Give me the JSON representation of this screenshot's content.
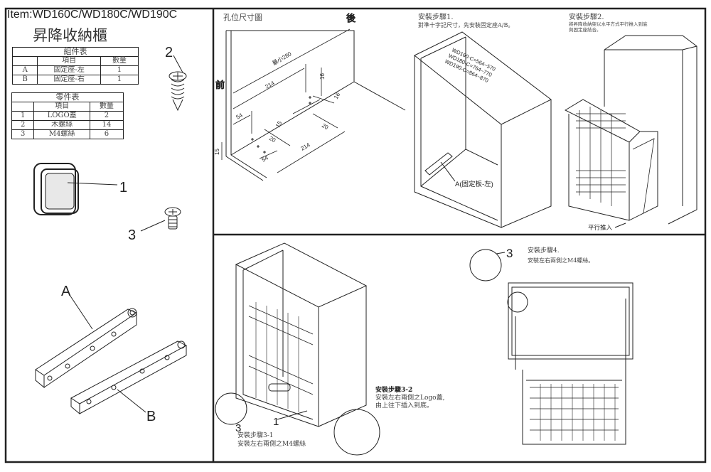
{
  "header": {
    "item": "Item:WD160C/WD180C/WD190C",
    "product_name": "昇降收納櫃"
  },
  "assembly_table": {
    "title": "組件表",
    "columns": [
      "",
      "項目",
      "數量"
    ],
    "rows": [
      [
        "A",
        "固定座-左",
        "1"
      ],
      [
        "B",
        "固定座-右",
        "1"
      ]
    ]
  },
  "parts_table": {
    "title": "零件表",
    "columns": [
      "",
      "項目",
      "數量"
    ],
    "rows": [
      [
        "1",
        "LOGO蓋",
        "2"
      ],
      [
        "2",
        "木螺絲",
        "14"
      ],
      [
        "3",
        "M4螺絲",
        "6"
      ]
    ]
  },
  "parts_labels": {
    "screw": "2",
    "logo_cap": "1",
    "m4_screw": "3",
    "bracket_left": "A",
    "bracket_right": "B"
  },
  "hole_diagram": {
    "title": "孔位尺寸圖",
    "back": "後",
    "front": "前",
    "dims": {
      "min": "最小280",
      "d214a": "214",
      "d214b": "214",
      "d54a": "54",
      "d54b": "54",
      "d16a": "16",
      "d16b": "16",
      "d20a": "20",
      "d20b": "20",
      "d15a": "15",
      "d15b": "15"
    }
  },
  "step1": {
    "title": "安裝步驟1.",
    "desc": "對準十字記尺寸，先安裝固定座A/B。",
    "sizes": [
      "WD160-C=564~570",
      "WD180-C=764~770",
      "WD190-C=864~870"
    ],
    "callout": "A(固定板-左)"
  },
  "step2": {
    "title": "安裝步驟2.",
    "desc_line1": "將昇降收納架以水平方式平行推入到底",
    "desc_line2": "與固定座結合。",
    "callout": "平行推入"
  },
  "step3_1": {
    "title": "安裝步驟3-1",
    "desc": "安裝左右兩側之M4螺絲",
    "label": "3"
  },
  "step3_2": {
    "title": "安裝步驟3-2",
    "desc_line1": "安裝左右兩側之Logo蓋,",
    "desc_line2": "由上往下插入到底。",
    "label": "1"
  },
  "step4": {
    "title": "安裝步驟4.",
    "desc": "安裝左右兩側之M4螺絲。",
    "label": "3"
  }
}
